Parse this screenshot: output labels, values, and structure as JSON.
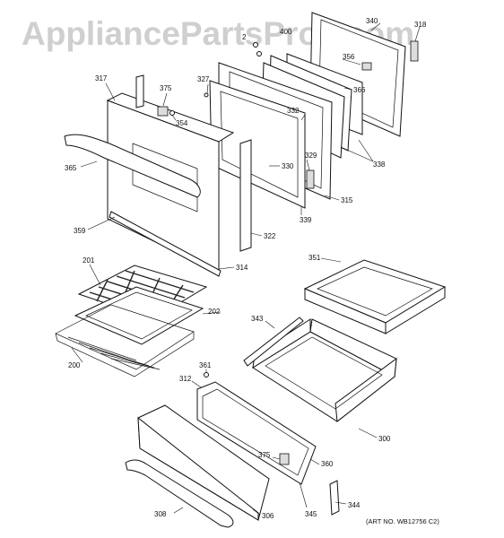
{
  "watermark": "AppliancePartsPros.com",
  "art_number": "(ART NO. WB12756 C2)",
  "callouts": {
    "c317": "317",
    "c375a": "375",
    "c327": "327",
    "c354": "354",
    "c365": "365",
    "c359": "359",
    "c314": "314",
    "c322": "322",
    "c330": "330",
    "c332": "332",
    "c329": "329",
    "c339": "339",
    "c315": "315",
    "c338": "338",
    "c366": "366",
    "c356": "356",
    "c340": "340",
    "c318": "318",
    "c400": "400",
    "c2": "2",
    "c201": "201",
    "c202": "202",
    "c200": "200",
    "c351": "351",
    "c343": "343",
    "c361": "361",
    "c312": "312",
    "c300": "300",
    "c375b": "375",
    "c360": "360",
    "c344": "344",
    "c345": "345",
    "c306": "306",
    "c308": "308"
  }
}
